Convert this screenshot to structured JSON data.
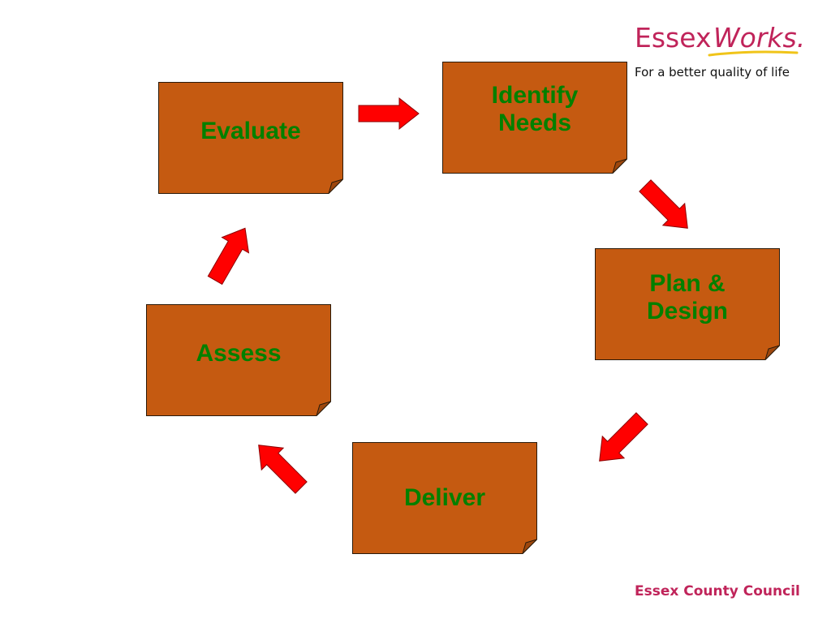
{
  "colors": {
    "box_fill": "#C55A11",
    "box_stroke": "#2a1a0a",
    "label_text": "#008000",
    "arrow_fill": "#FF0000",
    "brand_pink": "#C0245A",
    "logo_underline": "#F0C419"
  },
  "logo": {
    "wordmark_part1": "Essex",
    "wordmark_part2": "Works.",
    "tagline": "For a better quality of life"
  },
  "footer": {
    "organisation": "Essex County Council"
  },
  "cycle": {
    "steps": [
      {
        "label": "Identify\nNeeds"
      },
      {
        "label": "Plan &\nDesign"
      },
      {
        "label": "Deliver"
      },
      {
        "label": "Assess"
      },
      {
        "label": "Evaluate"
      }
    ]
  }
}
